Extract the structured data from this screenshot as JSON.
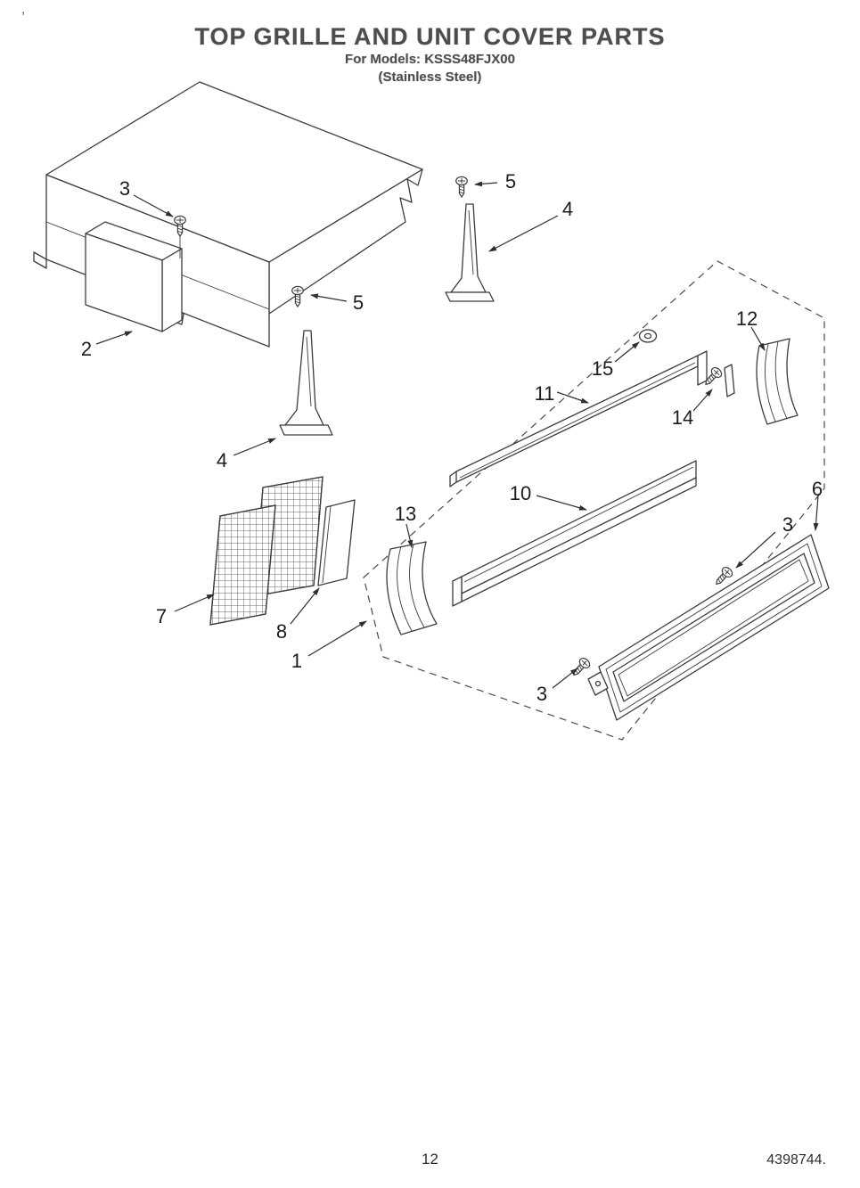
{
  "header": {
    "title": "TOP GRILLE AND UNIT COVER PARTS",
    "models_line": "For Models: KSSS48FJX00",
    "material_line": "(Stainless Steel)",
    "speck": ","
  },
  "footer": {
    "page_number": "12",
    "doc_number": "4398744."
  },
  "colors": {
    "ink": "#3c3c3c",
    "title_gray": "#4d4d4d"
  },
  "callouts": [
    {
      "label": "3"
    },
    {
      "label": "5"
    },
    {
      "label": "4"
    },
    {
      "label": "5"
    },
    {
      "label": "2"
    },
    {
      "label": "4"
    },
    {
      "label": "12"
    },
    {
      "label": "15"
    },
    {
      "label": "11"
    },
    {
      "label": "14"
    },
    {
      "label": "10"
    },
    {
      "label": "13"
    },
    {
      "label": "6"
    },
    {
      "label": "3"
    },
    {
      "label": "7"
    },
    {
      "label": "8"
    },
    {
      "label": "1"
    },
    {
      "label": "3"
    }
  ]
}
